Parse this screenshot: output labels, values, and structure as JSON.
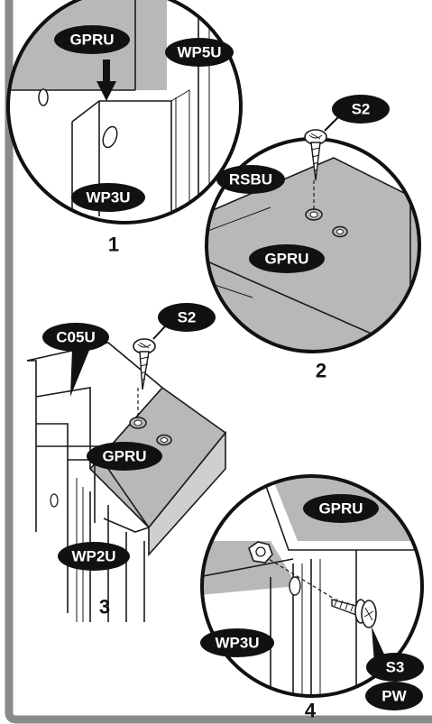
{
  "colors": {
    "frame": "#8a8a8a",
    "gray": "#b8b8b8",
    "dark": "#111111",
    "bubble_text": "#ffffff"
  },
  "steps": [
    {
      "number": "1",
      "labels": [
        "GPRU",
        "WP5U",
        "WP3U"
      ]
    },
    {
      "number": "2",
      "labels": [
        "S2",
        "RSBU",
        "GPRU"
      ]
    },
    {
      "number": "3",
      "labels": [
        "S2",
        "C05U",
        "GPRU",
        "WP2U"
      ]
    },
    {
      "number": "4",
      "labels": [
        "GPRU",
        "WP3U",
        "S3",
        "PW"
      ]
    }
  ]
}
